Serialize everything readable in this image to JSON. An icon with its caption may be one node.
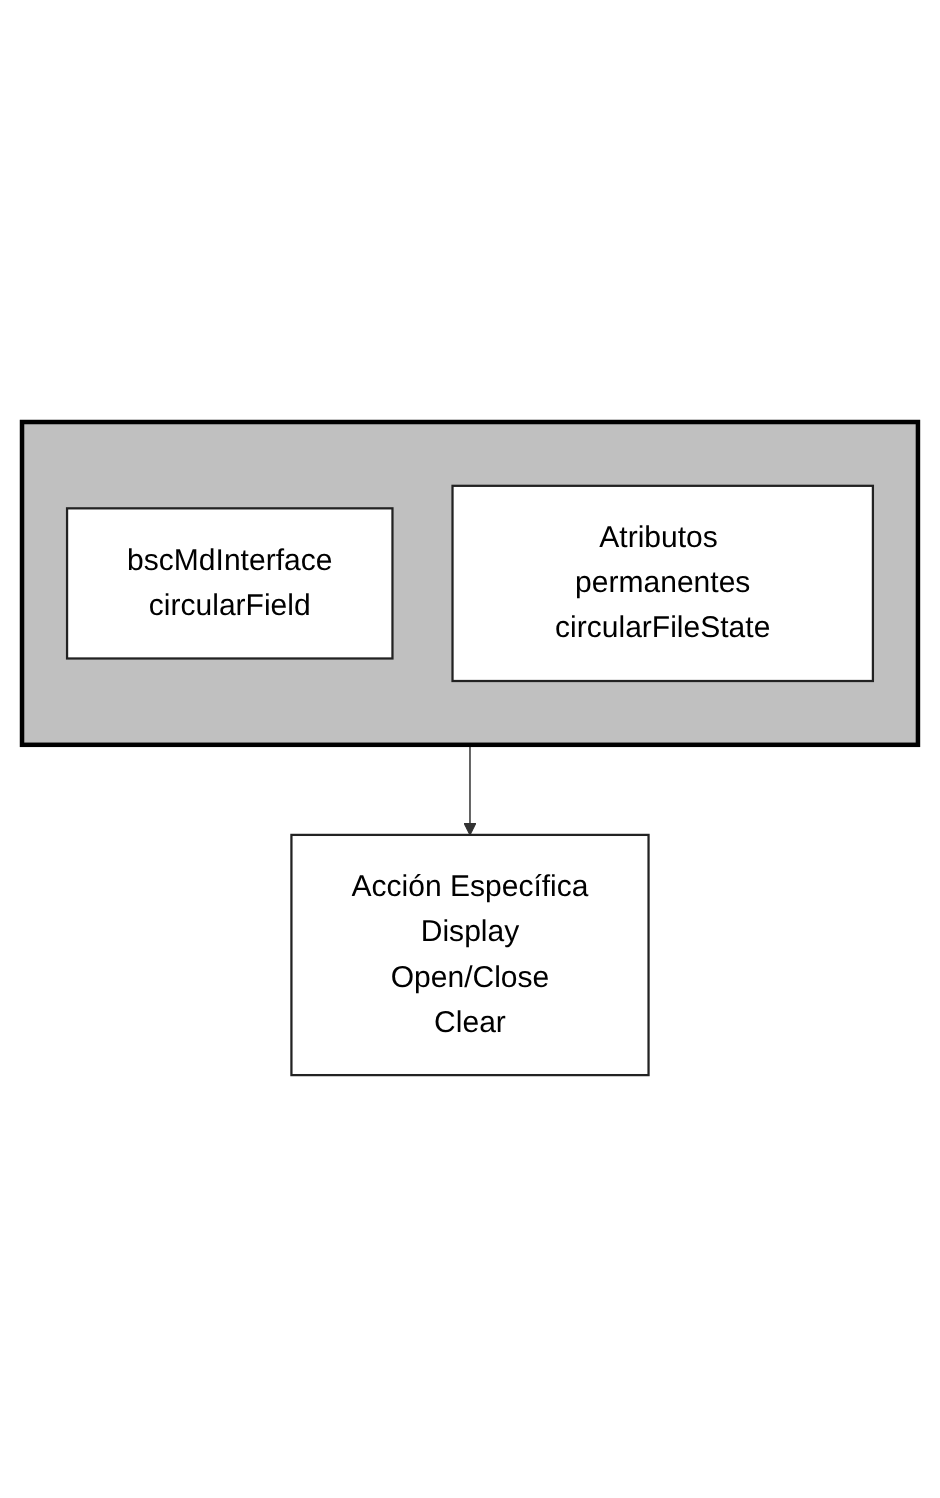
{
  "diagram": {
    "nodes": [
      {
        "text": [],
        "shape": "box"
      },
      {
        "text": [
          "bscMdInterface",
          "circularField"
        ],
        "in": 0
      },
      {
        "text": [
          "Atributos permanentes",
          "circularFileState"
        ],
        "in": 0
      },
      {
        "text": [
          "Acción Específica",
          "Display",
          "Open/Close",
          "Clear"
        ]
      }
    ],
    "edges": [
      {
        "from": 0,
        "to": 3,
        "arrow": "to"
      }
    ]
  }
}
